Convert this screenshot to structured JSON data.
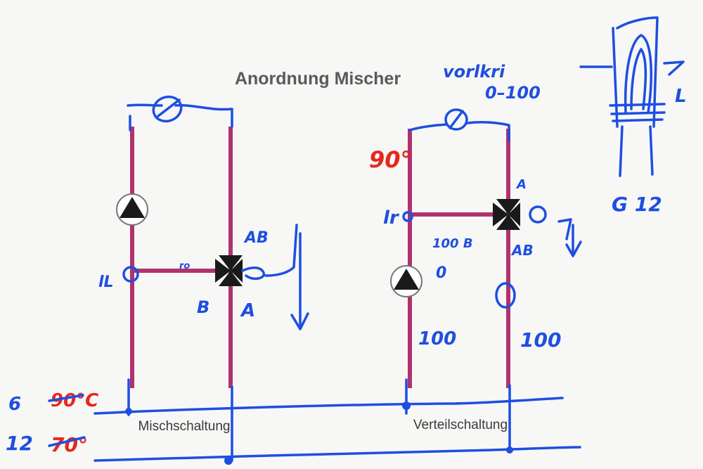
{
  "title": "Anordnung Mischer",
  "left_diagram": {
    "caption": "Mischschaltung",
    "labels": {
      "ab": "AB",
      "b": "B",
      "a": "A",
      "junction": "lL",
      "bypass": "ro"
    }
  },
  "right_diagram": {
    "caption": "Verteilschaltung",
    "labels": {
      "vorlauf": "vorlkri",
      "range": "0–100",
      "temp": "90°",
      "a": "A",
      "ab": "AB",
      "flow_b": "100 B",
      "zero": "0",
      "left_flow": "100",
      "right_flow": "100",
      "junction": "lr"
    }
  },
  "corner_sketch": {
    "arrow_label": "L",
    "code": "G 12"
  },
  "bottom_lines": {
    "line1_num": "6",
    "line1_temp": "90°C",
    "line2_num": "12",
    "line2_temp": "70°"
  },
  "colors": {
    "pipe": "#b0326e",
    "ink_blue": "#1e4fe0",
    "ink_red": "#e8261c",
    "symbol": "#1a1a1a"
  }
}
